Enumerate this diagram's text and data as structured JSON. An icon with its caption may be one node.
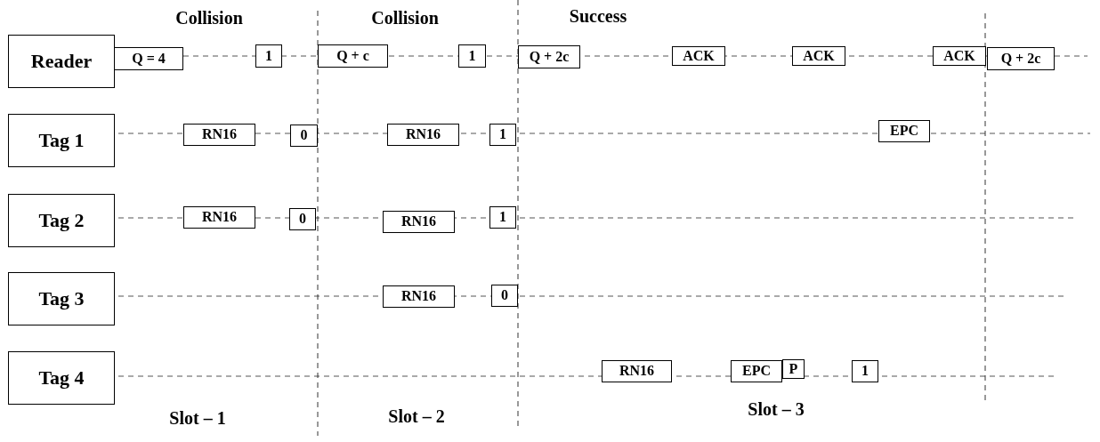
{
  "diagram": {
    "nodes": [
      {
        "text": [
          "Reader"
        ]
      },
      {
        "text": [
          "Tag 1"
        ]
      },
      {
        "text": [
          "Tag 2"
        ]
      },
      {
        "text": [
          "Tag 3"
        ]
      },
      {
        "text": [
          "Tag 4"
        ]
      },
      {
        "text": [
          "Q = 4"
        ]
      },
      {
        "text": [
          "1"
        ]
      },
      {
        "text": [
          "Q + c"
        ]
      },
      {
        "text": [
          "1"
        ]
      },
      {
        "text": [
          "Q + 2c"
        ]
      },
      {
        "text": [
          "ACK"
        ]
      },
      {
        "text": [
          "ACK"
        ]
      },
      {
        "text": [
          "ACK"
        ]
      },
      {
        "text": [
          "Q + 2c"
        ]
      },
      {
        "text": [
          "RN16"
        ]
      },
      {
        "text": [
          "0"
        ]
      },
      {
        "text": [
          "RN16"
        ]
      },
      {
        "text": [
          "1"
        ]
      },
      {
        "text": [
          "EPC"
        ]
      },
      {
        "text": [
          "RN16"
        ]
      },
      {
        "text": [
          "0"
        ]
      },
      {
        "text": [
          "RN16"
        ]
      },
      {
        "text": [
          "1"
        ]
      },
      {
        "text": [
          "RN16"
        ]
      },
      {
        "text": [
          "0"
        ]
      },
      {
        "text": [
          "RN16"
        ]
      },
      {
        "text": [
          "EPC"
        ]
      },
      {
        "text": [
          "P"
        ]
      },
      {
        "text": [
          "1"
        ]
      }
    ],
    "labels": [
      "Collision",
      "Collision",
      "Success",
      "Slot – 1",
      "Slot – 2",
      "Slot – 3"
    ]
  }
}
